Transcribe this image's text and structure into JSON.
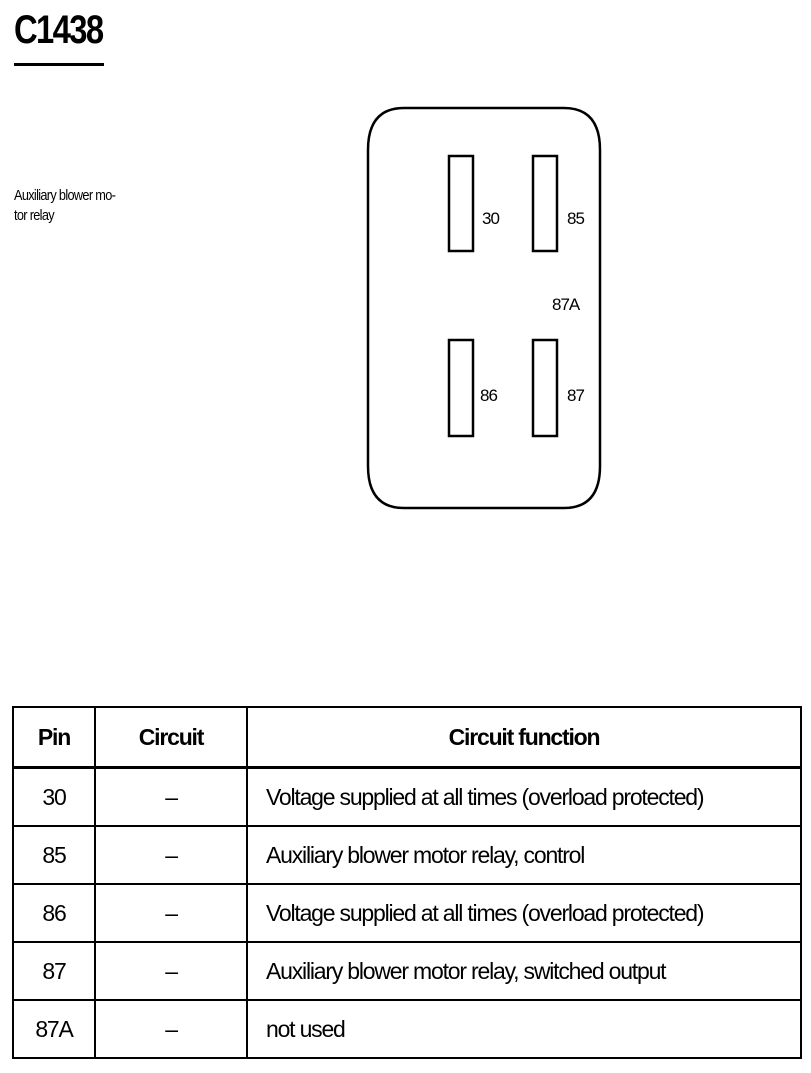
{
  "connector_id": "C1438",
  "description": "Auxiliary blower mo-\ntor relay",
  "description_lines": [
    "Auxiliary blower mo-",
    "tor relay"
  ],
  "pins": [
    {
      "label": "30"
    },
    {
      "label": "85"
    },
    {
      "label": "87A"
    },
    {
      "label": "86"
    },
    {
      "label": "87"
    }
  ],
  "table": {
    "headers": {
      "pin": "Pin",
      "circuit": "Circuit",
      "function": "Circuit function"
    },
    "rows": [
      {
        "pin": "30",
        "circuit": "–",
        "function": "Voltage supplied at all times (overload protected)"
      },
      {
        "pin": "85",
        "circuit": "–",
        "function": "Auxiliary blower motor relay, control"
      },
      {
        "pin": "86",
        "circuit": "–",
        "function": "Voltage supplied at all times (overload protected)"
      },
      {
        "pin": "87",
        "circuit": "–",
        "function": "Auxiliary blower motor relay, switched output"
      },
      {
        "pin": "87A",
        "circuit": "–",
        "function": "not used"
      }
    ]
  }
}
